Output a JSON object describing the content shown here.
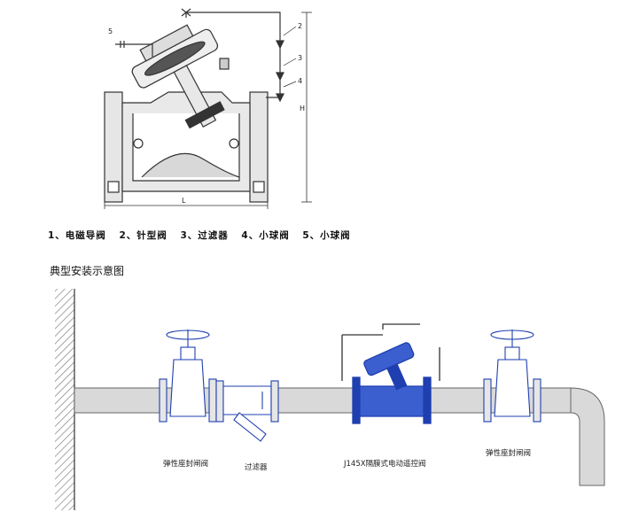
{
  "top_diagram": {
    "callouts": [
      "5",
      "2",
      "3",
      "4"
    ],
    "dim_length": "L",
    "dim_height": "H"
  },
  "legend": [
    "1、电磁导阀",
    "2、针型阀",
    "3、过滤器",
    "4、小球阀",
    "5、小球阀"
  ],
  "installation": {
    "heading": "典型安装示意图",
    "labels": {
      "gate_valve_left": "弹性座封闸阀",
      "strainer": "过滤器",
      "control_valve": "J145X隔膜式电动遥控阀",
      "gate_valve_right": "弹性座封闸阀"
    }
  },
  "colors": {
    "valve_blue": "#1f3fb0",
    "pipe_gray": "#d9d9d9",
    "line": "#333333"
  }
}
